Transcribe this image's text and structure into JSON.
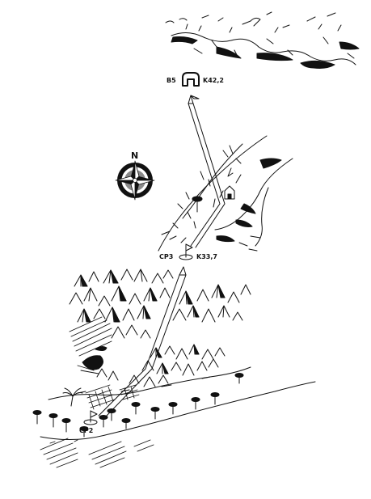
{
  "map": {
    "compass": {
      "north_label": "N",
      "icon": "compass-rose-icon"
    },
    "points": [
      {
        "id": "B5",
        "label": "B5",
        "km": "K42,2",
        "icon": "hut-icon"
      },
      {
        "id": "CP3",
        "label": "CP3",
        "km": "K33,7",
        "icon": "checkpoint-flag-icon"
      },
      {
        "id": "CP2",
        "label": "CP2",
        "icon": "checkpoint-flag-icon"
      }
    ],
    "colors": {
      "ink": "#111111",
      "paper": "#ffffff",
      "compass_grey": "#8a8a8a"
    }
  }
}
